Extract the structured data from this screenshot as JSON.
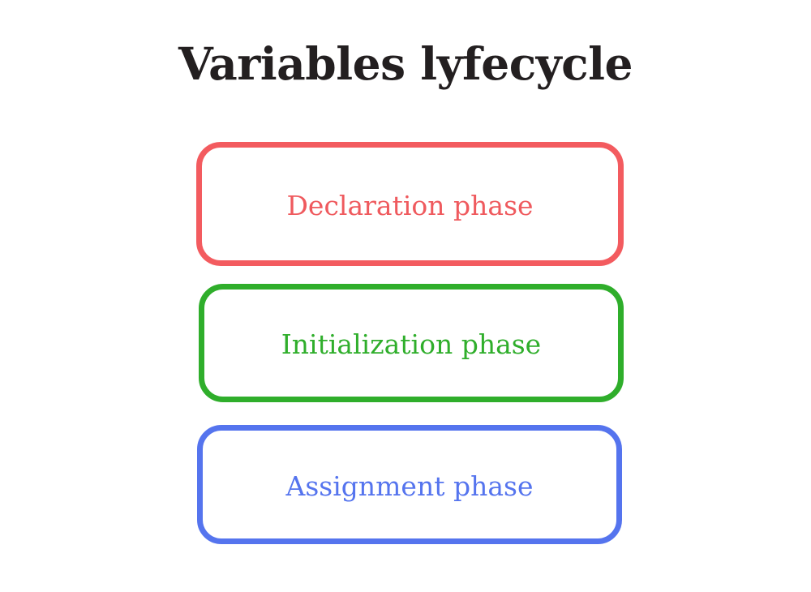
{
  "diagram": {
    "title": "Variables lyfecycle",
    "title_color": "#231f20",
    "background_color": "#ffffff",
    "phases": [
      {
        "label": "Declaration phase",
        "color": "#ef5a5e",
        "border_color": "#f35b5f",
        "order": 1
      },
      {
        "label": "Initialization phase",
        "color": "#2fae2b",
        "border_color": "#2fae2b",
        "order": 2
      },
      {
        "label": "Assignment phase",
        "color": "#5574ee",
        "border_color": "#5574ee",
        "order": 3
      }
    ]
  }
}
